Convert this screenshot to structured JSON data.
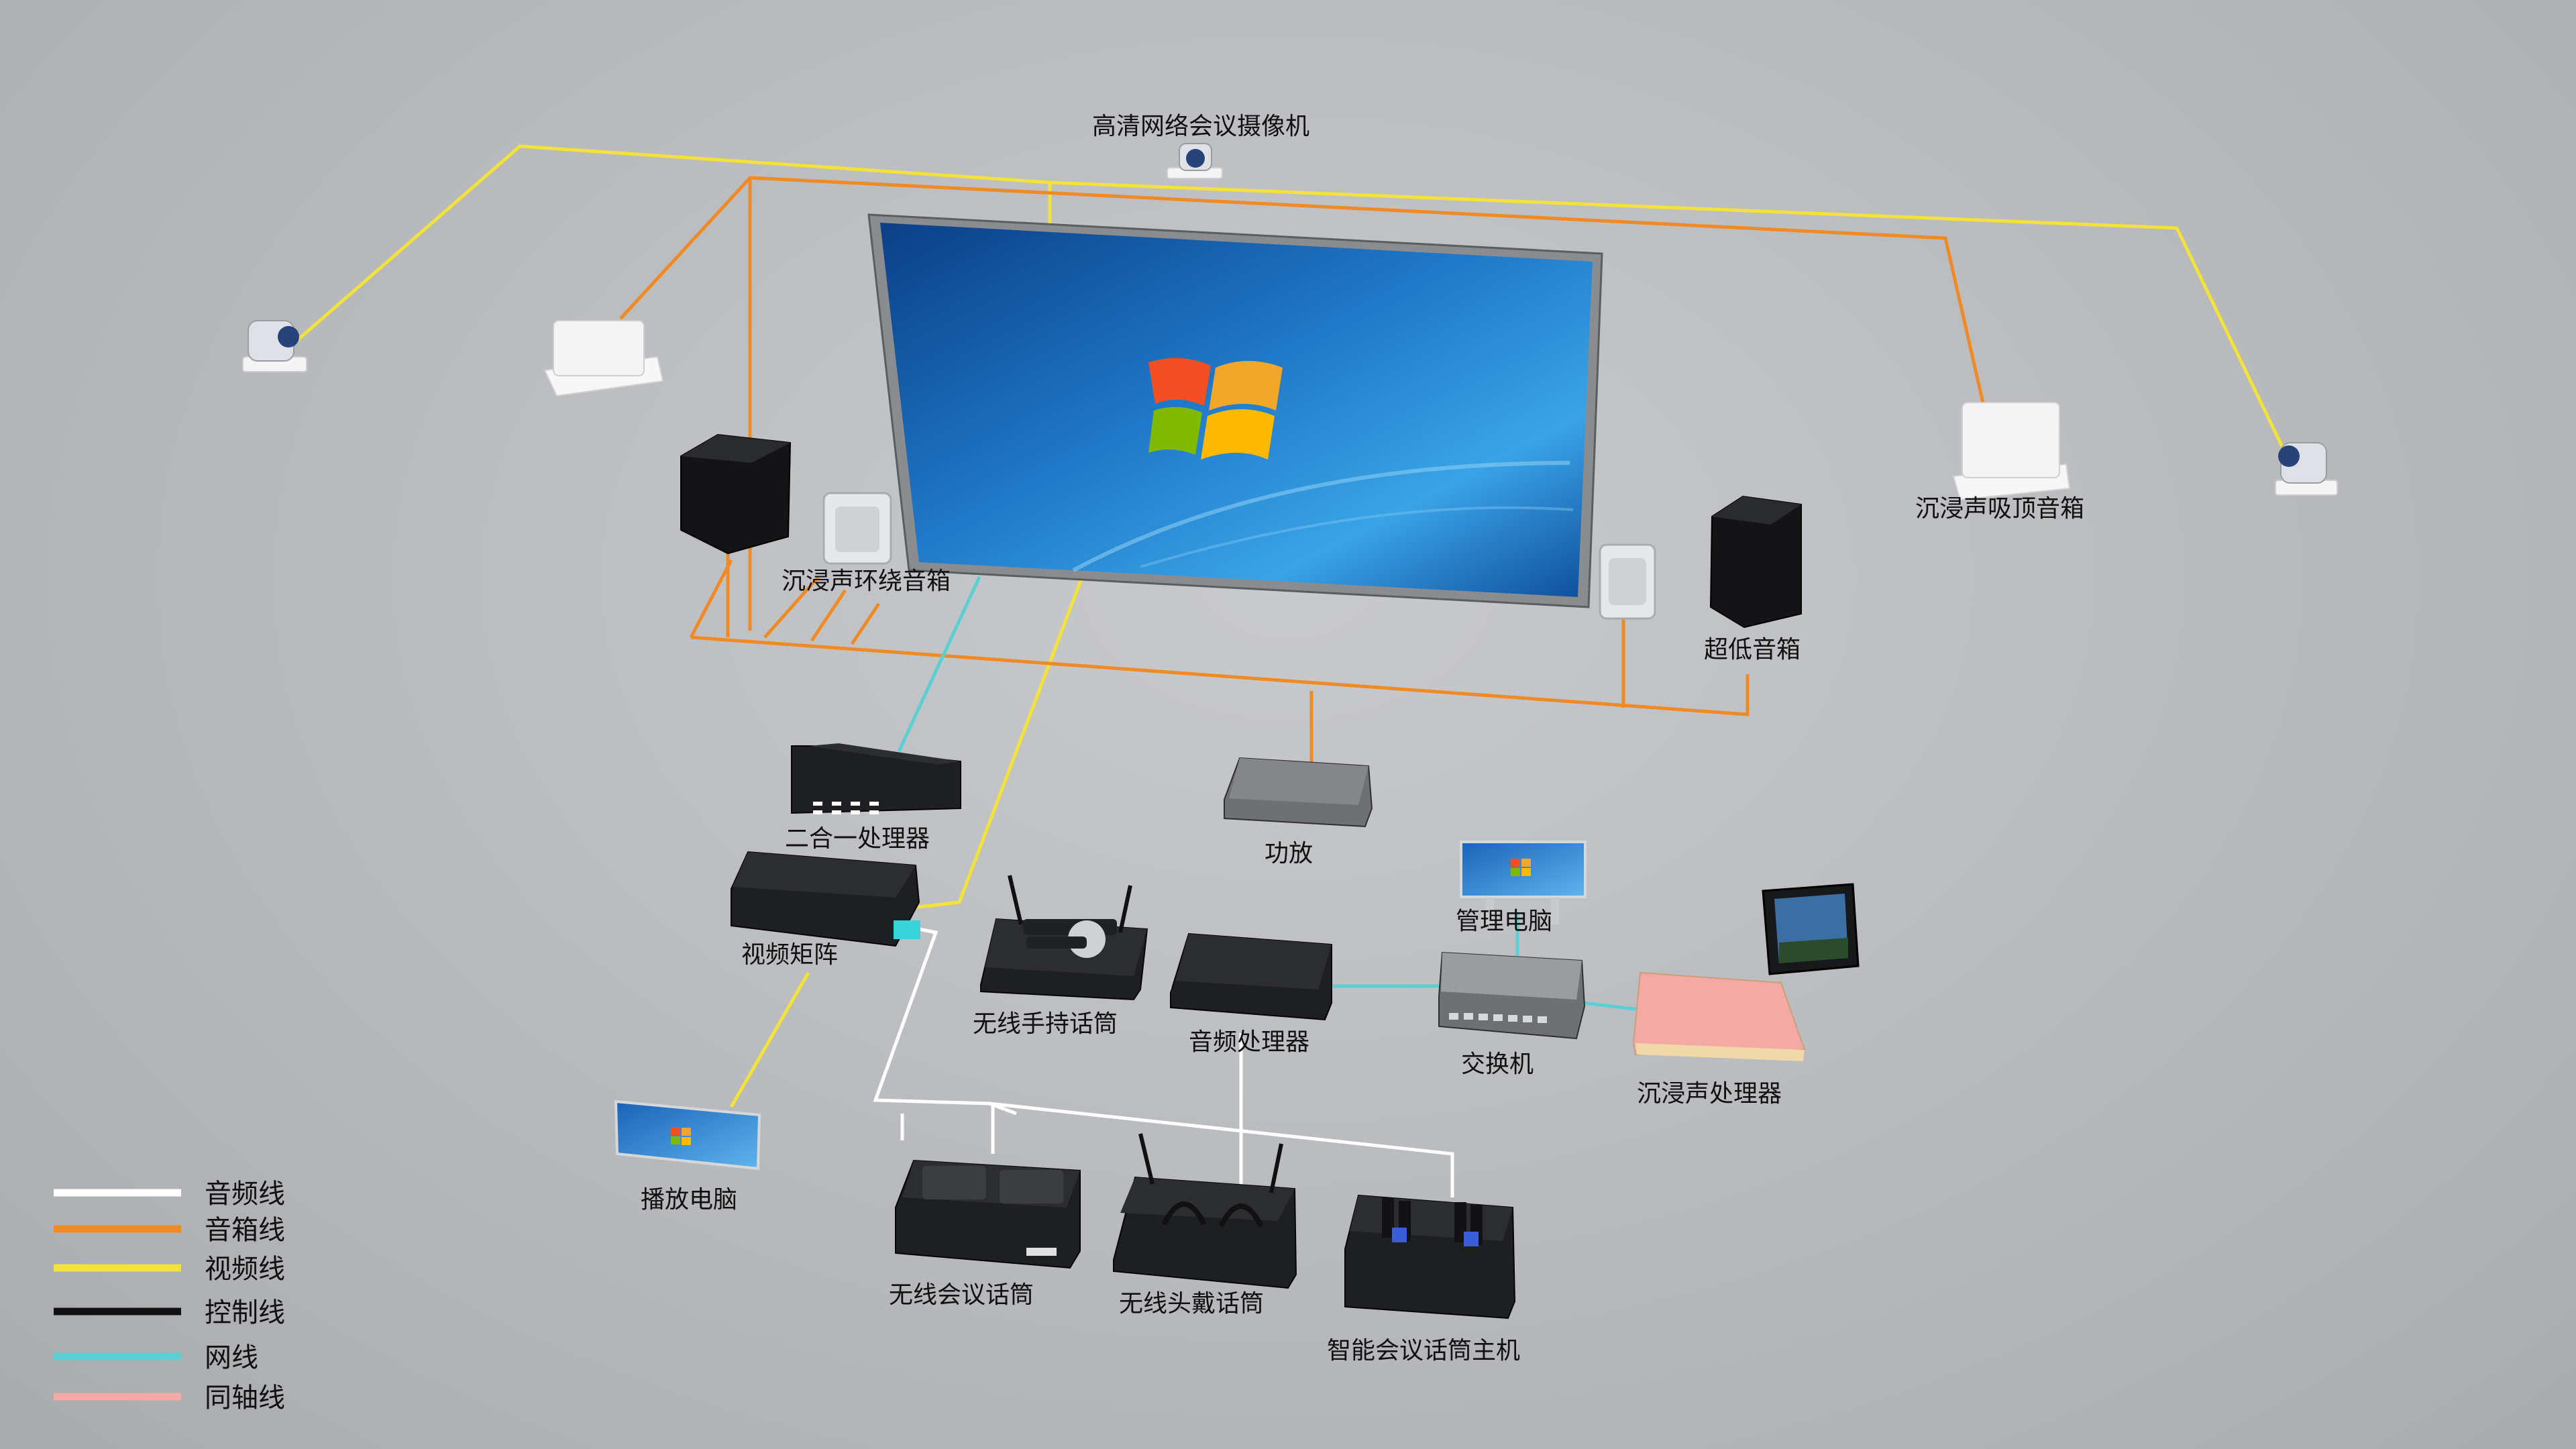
{
  "devices": {
    "camera_hd": "高清网络会议摄像机",
    "ceiling_speaker": "沉浸声吸顶音箱",
    "surround_speaker": "沉浸声环绕音箱",
    "subwoofer": "超低音箱",
    "processor_2in1": "二合一处理器",
    "video_matrix": "视频矩阵",
    "amplifier": "功放",
    "mgmt_pc": "管理电脑",
    "wireless_handheld": "无线手持话筒",
    "audio_processor": "音频处理器",
    "switch": "交换机",
    "immersive_processor": "沉浸声处理器",
    "playback_pc": "播放电脑",
    "wireless_conf_mic": "无线会议话筒",
    "wireless_headset": "无线头戴话筒",
    "smart_conf_host": "智能会议话筒主机"
  },
  "legend": [
    {
      "label": "音频线",
      "color": "#ffffff"
    },
    {
      "label": "音箱线",
      "color": "#f08a24"
    },
    {
      "label": "视频线",
      "color": "#f2e23a"
    },
    {
      "label": "控制线",
      "color": "#111111"
    },
    {
      "label": "网线",
      "color": "#5ccfd3"
    },
    {
      "label": "同轴线",
      "color": "#f4a9a6"
    }
  ],
  "colors": {
    "audio": "#ffffff",
    "speaker": "#f08a24",
    "video": "#f2e23a",
    "network": "#5ccfd3",
    "coax": "#f4a9a6"
  }
}
